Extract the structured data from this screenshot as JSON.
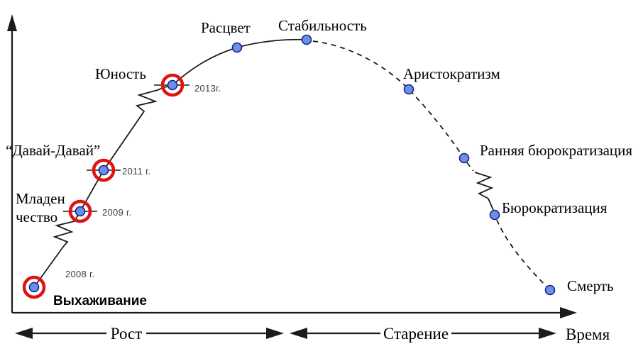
{
  "diagram": {
    "type": "organizational-lifecycle-curve",
    "stages": [
      {
        "label": "Выхаживание",
        "year": "2008 г.",
        "highlighted": true
      },
      {
        "label": "Младенчество",
        "lines": [
          "Младен",
          "чество"
        ],
        "year": "2009 г.",
        "highlighted": true
      },
      {
        "label": "“Давай-Давай”",
        "year": "2011 г.",
        "highlighted": true
      },
      {
        "label": "Юность",
        "year": "2013г.",
        "highlighted": true
      },
      {
        "label": "Расцвет"
      },
      {
        "label": "Стабильность"
      },
      {
        "label": "Аристократизм"
      },
      {
        "label": "Ранняя бюрократизация"
      },
      {
        "label": "Бюрократизация"
      },
      {
        "label": "Смерть"
      }
    ],
    "bottom_axis": {
      "growth_label": "Рост",
      "aging_label": "Старение",
      "time_label": "Время"
    },
    "colors": {
      "dot_fill": "#6b8fea",
      "dot_stroke": "#16257e",
      "highlight_ring": "#e01212",
      "curve": "#1b1b1b"
    }
  }
}
